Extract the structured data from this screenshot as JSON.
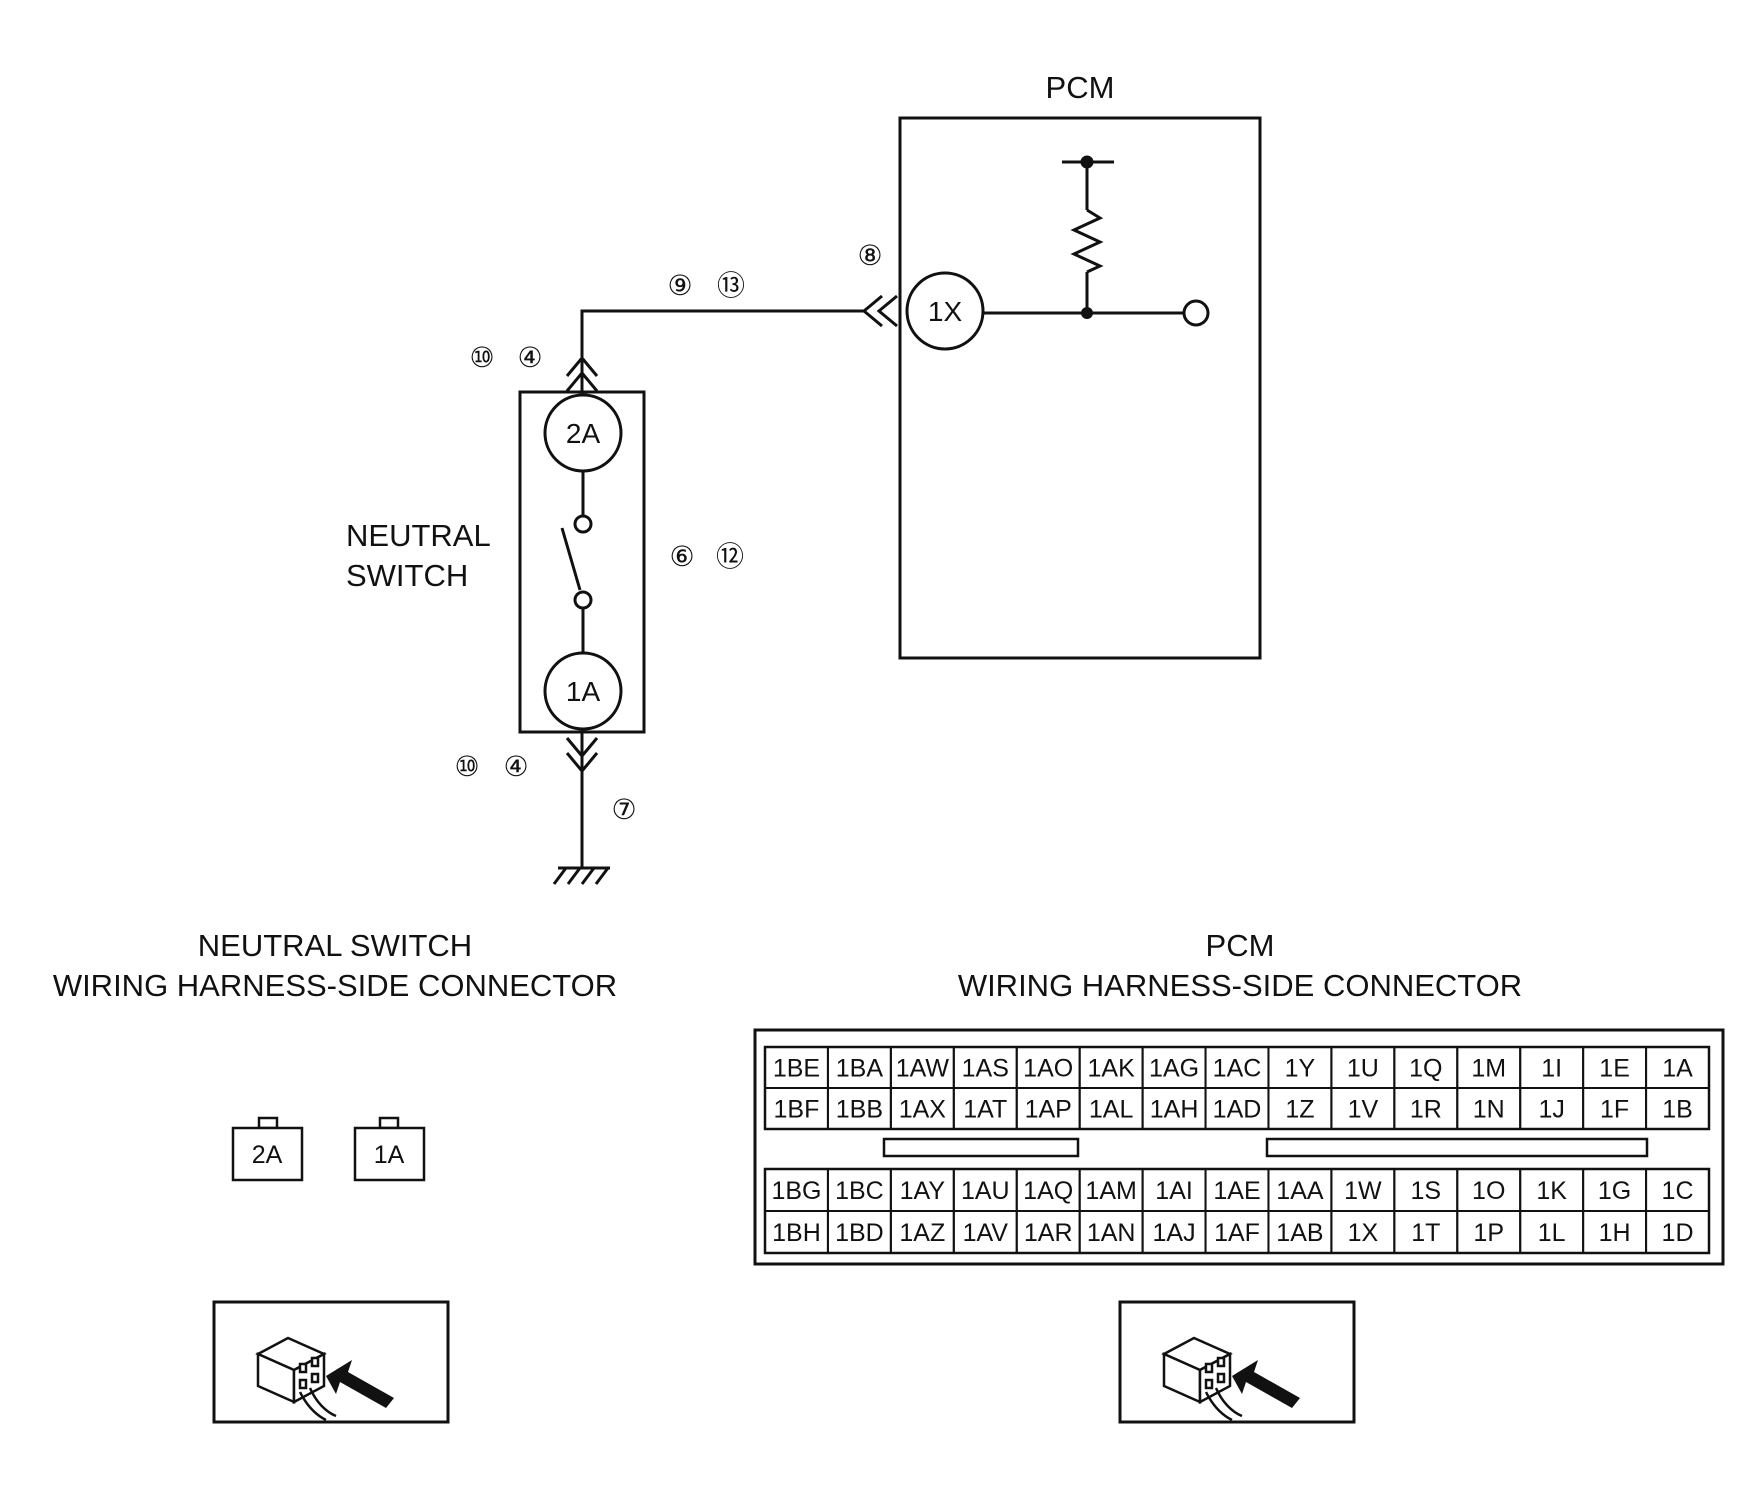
{
  "pcm": {
    "label": "PCM",
    "pin": "1X"
  },
  "switch": {
    "label_line1": "NEUTRAL",
    "label_line2": "SWITCH",
    "pin_top": "2A",
    "pin_bottom": "1A"
  },
  "callouts": {
    "pcm_pin": "⑧",
    "wire_a": "⑨",
    "wire_b": "⑬",
    "top_conn_a": "⑩",
    "top_conn_b": "④",
    "switch_a": "⑥",
    "switch_b": "⑫",
    "bottom_conn_a": "⑩",
    "bottom_conn_b": "④",
    "ground": "⑦"
  },
  "neutral_connector": {
    "title_line1": "NEUTRAL SWITCH",
    "title_line2": "WIRING HARNESS-SIDE CONNECTOR",
    "pins": [
      "2A",
      "1A"
    ]
  },
  "pcm_connector": {
    "title_line1": "PCM",
    "title_line2": "WIRING HARNESS-SIDE CONNECTOR",
    "rows": [
      [
        "1BE",
        "1BA",
        "1AW",
        "1AS",
        "1AO",
        "1AK",
        "1AG",
        "1AC",
        "1Y",
        "1U",
        "1Q",
        "1M",
        "1I",
        "1E",
        "1A"
      ],
      [
        "1BF",
        "1BB",
        "1AX",
        "1AT",
        "1AP",
        "1AL",
        "1AH",
        "1AD",
        "1Z",
        "1V",
        "1R",
        "1N",
        "1J",
        "1F",
        "1B"
      ],
      [
        "1BG",
        "1BC",
        "1AY",
        "1AU",
        "1AQ",
        "1AM",
        "1AI",
        "1AE",
        "1AA",
        "1W",
        "1S",
        "1O",
        "1K",
        "1G",
        "1C"
      ],
      [
        "1BH",
        "1BD",
        "1AZ",
        "1AV",
        "1AR",
        "1AN",
        "1AJ",
        "1AF",
        "1AB",
        "1X",
        "1T",
        "1P",
        "1L",
        "1H",
        "1D"
      ]
    ]
  },
  "icons": {
    "left": "connector-view-icon",
    "right": "connector-view-icon"
  }
}
